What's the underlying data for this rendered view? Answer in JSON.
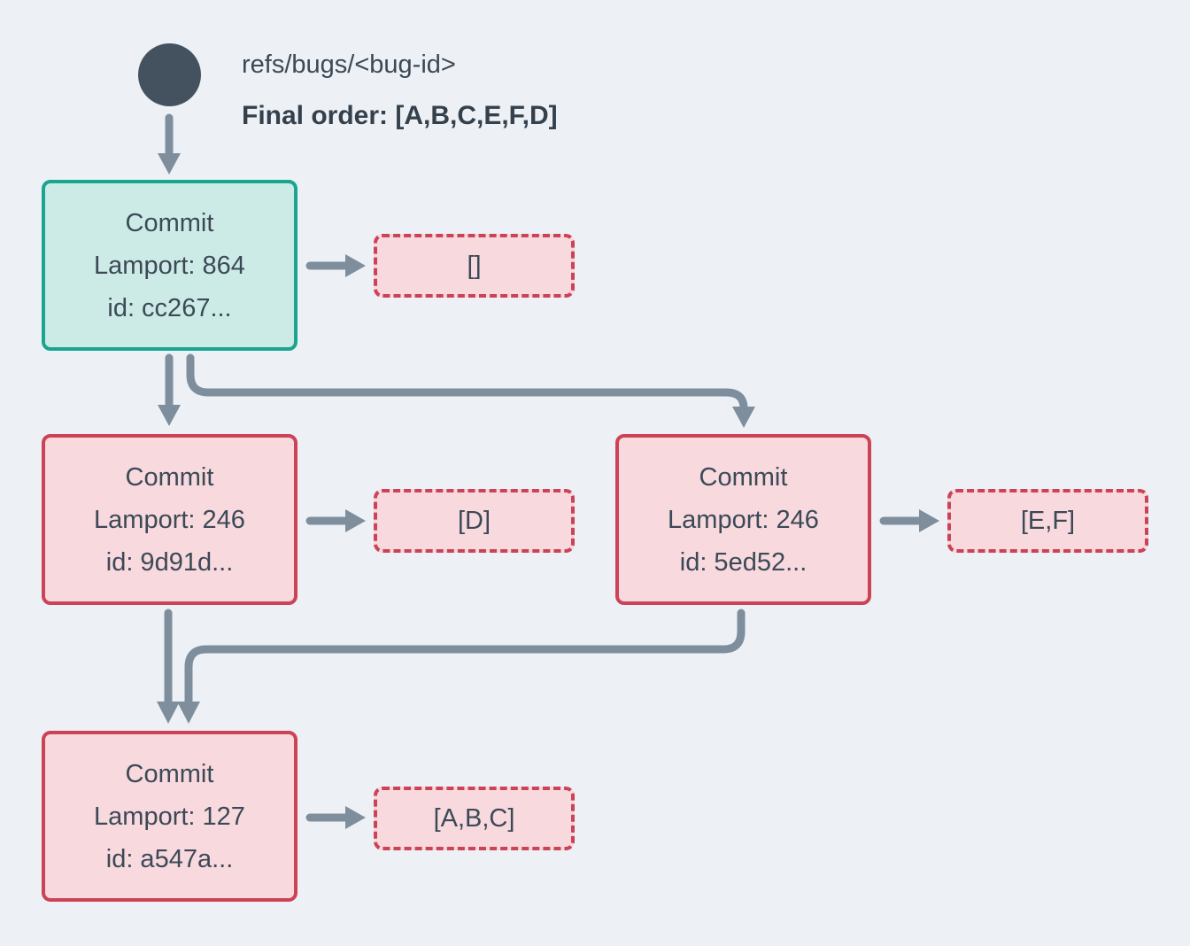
{
  "header": {
    "ref_label": "refs/bugs/<bug-id>",
    "final_order_label": "Final order: [A,B,C,E,F,D]"
  },
  "nodes": [
    {
      "title": "Commit",
      "lamport": "Lamport: 864",
      "id_line": "id: cc267...",
      "ops": "[]"
    },
    {
      "title": "Commit",
      "lamport": "Lamport: 246",
      "id_line": "id: 9d91d...",
      "ops": "[D]"
    },
    {
      "title": "Commit",
      "lamport": "Lamport: 246",
      "id_line": "id: 5ed52...",
      "ops": "[E,F]"
    },
    {
      "title": "Commit",
      "lamport": "Lamport: 127",
      "id_line": "id: a547a...",
      "ops": "[A,B,C]"
    }
  ],
  "colors": {
    "background": "#edf1f5",
    "node_dark": "#44525f",
    "arrow_gray": "#7e8e9d",
    "teal_border": "#19a58f",
    "teal_fill": "#cdebe6",
    "red_border": "#cc4257",
    "pink_fill": "#f7d9de",
    "text": "#3c4956"
  }
}
